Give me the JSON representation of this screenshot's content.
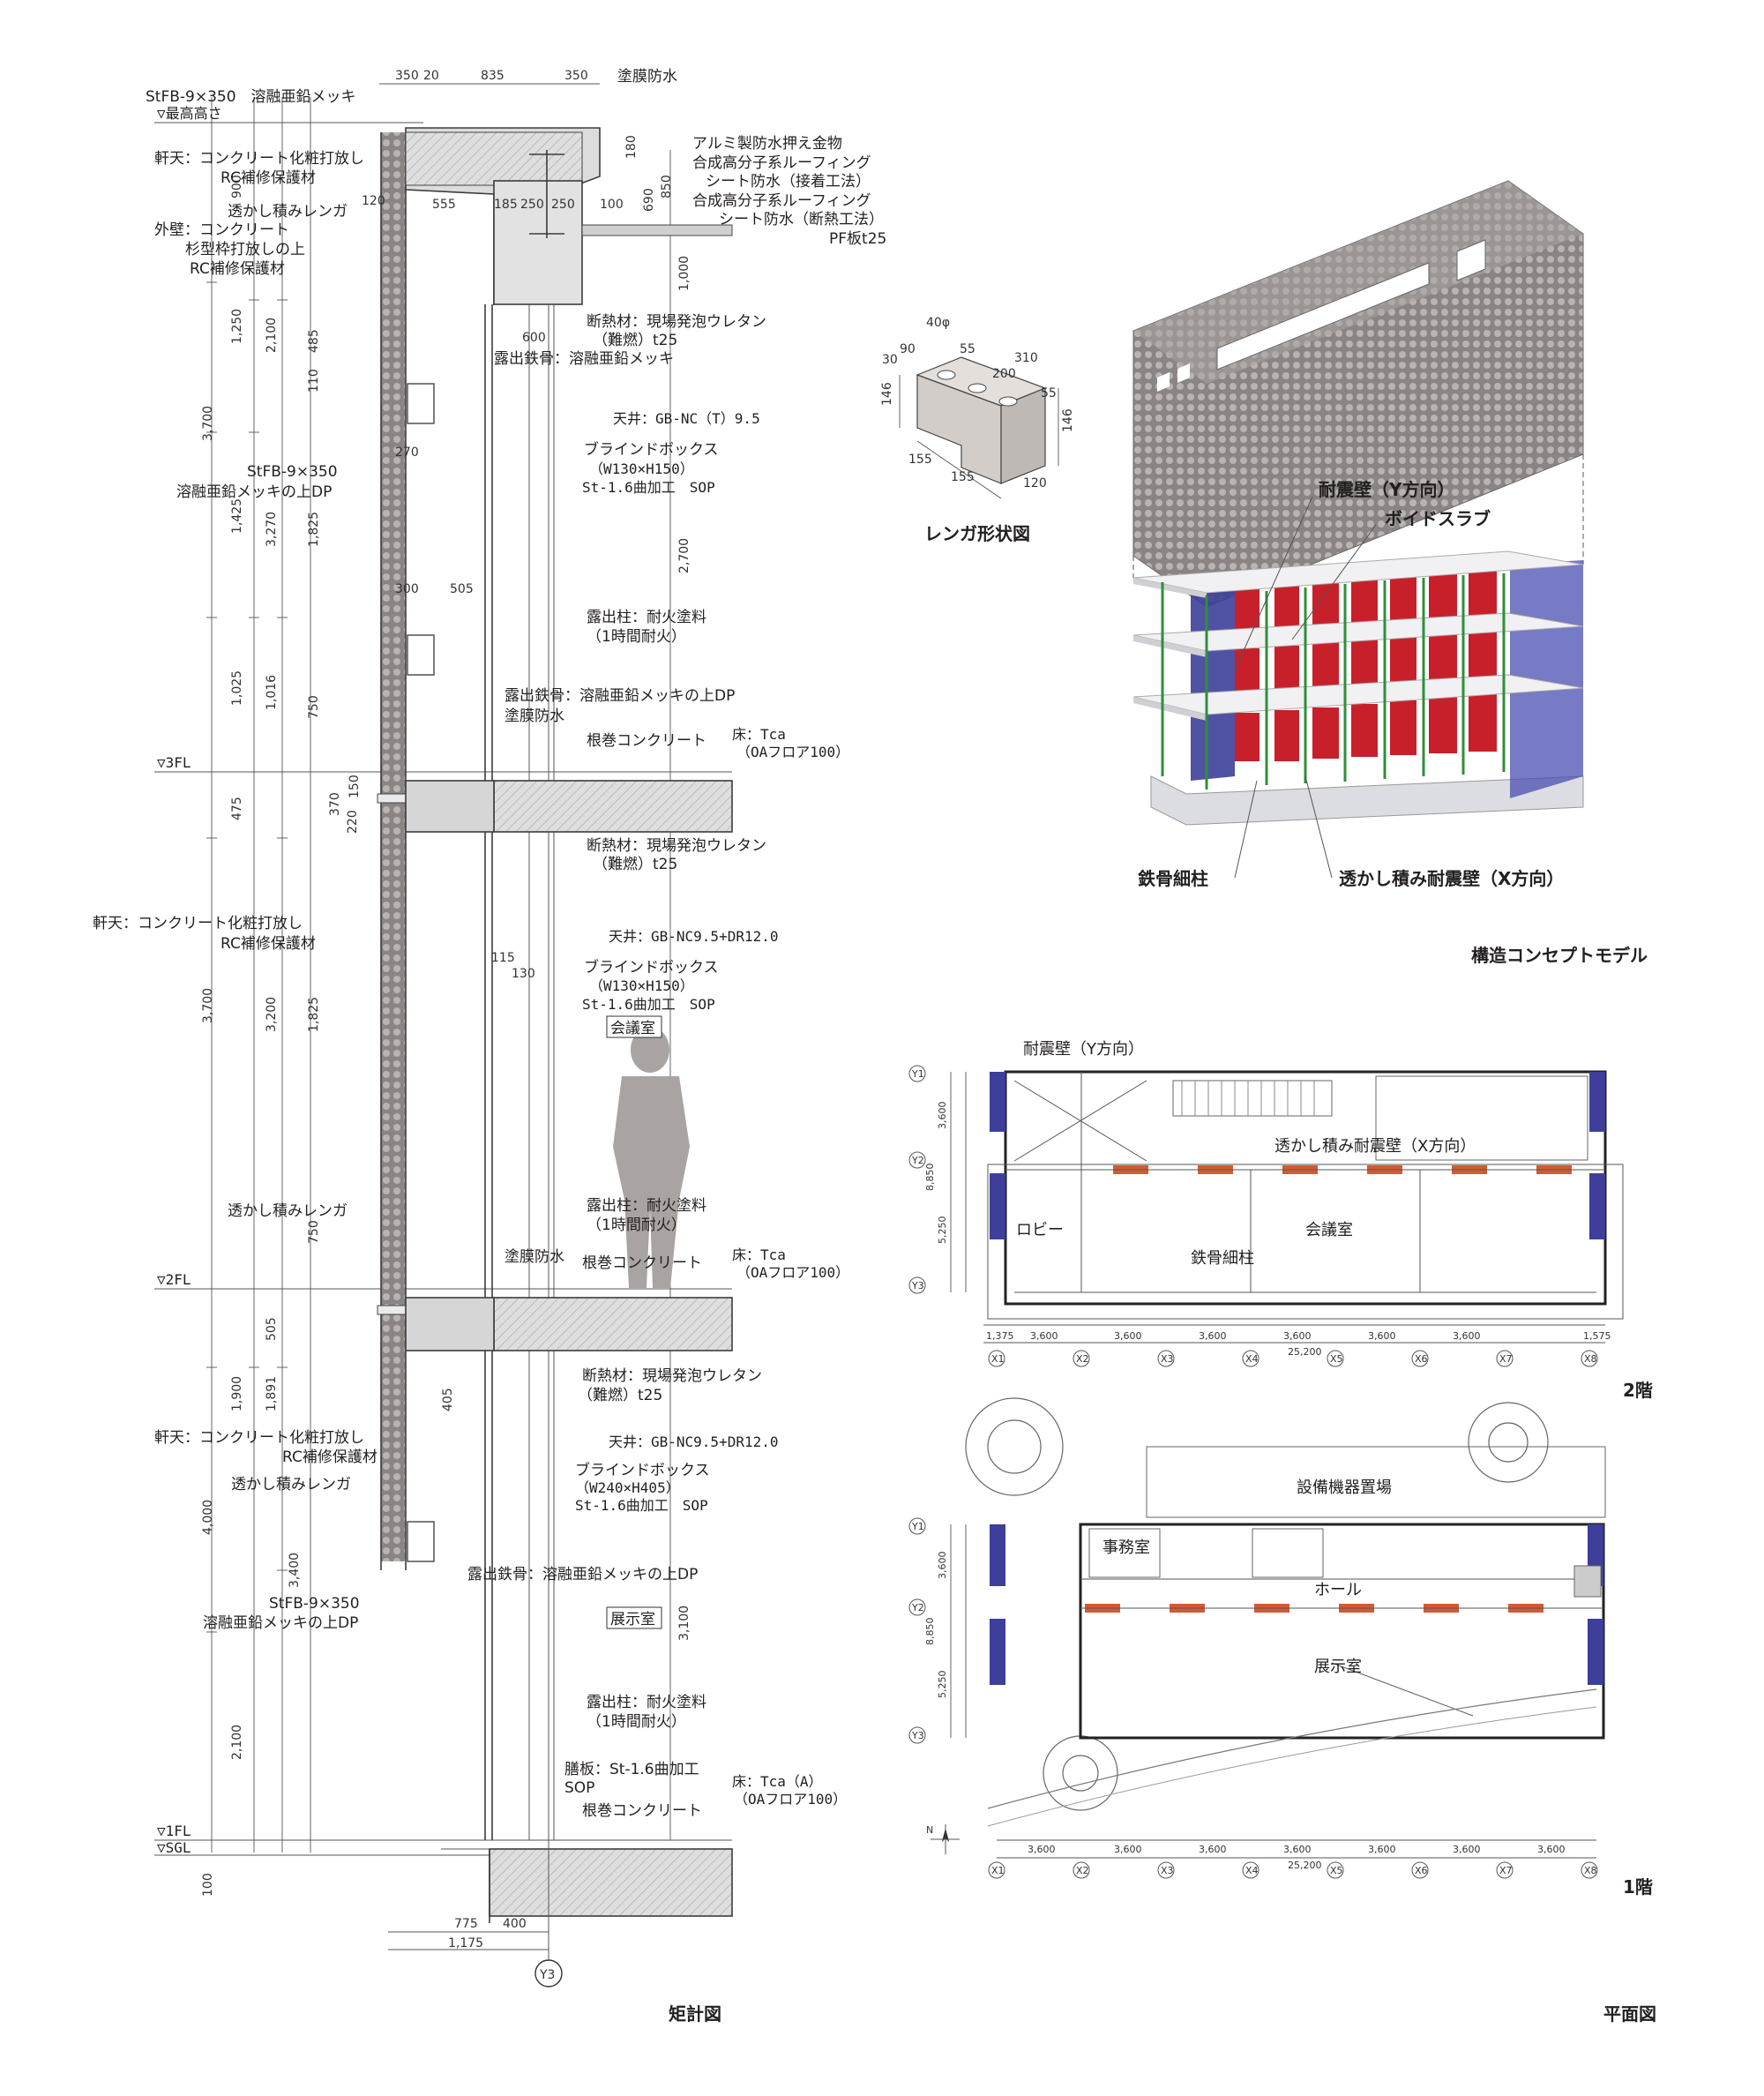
{
  "section": {
    "caption": "矩計図",
    "grid_label": "Y3",
    "levels": [
      "▽最高高さ",
      "▽3FL",
      "▽2FL",
      "▽1FL",
      "▽SGL"
    ],
    "labels_left": [
      "StFB-9×350　溶融亜鉛メッキ",
      "軒天：コンクリート化粧打放し",
      "RC補修保護材",
      "透かし積みレンガ",
      "外壁：コンクリート",
      "杉型枠打放しの上",
      "RC補修保護材",
      "StFB-9×350",
      "溶融亜鉛メッキの上DP",
      "軒天：コンクリート化粧打放し",
      "RC補修保護材",
      "透かし積みレンガ",
      "軒天：コンクリート化粧打放し",
      "RC補修保護材",
      "透かし積みレンガ",
      "StFB-9×350",
      "溶融亜鉛メッキの上DP"
    ],
    "labels_right": [
      "塗膜防水",
      "アルミ製防水押え金物",
      "合成高分子系ルーフィング",
      "シート防水（接着工法）",
      "合成高分子系ルーフィング",
      "シート防水（断熱工法）",
      "PF板t25",
      "断熱材：現場発泡ウレタン",
      "（難燃）t25",
      "露出鉄骨：溶融亜鉛メッキ",
      "天井：GB-NC（T）9.5",
      "ブラインドボックス",
      "（W130×H150）",
      "St-1.6曲加工　SOP",
      "露出柱：耐火塗料",
      "（1時間耐火）",
      "露出鉄骨：溶融亜鉛メッキの上DP",
      "塗膜防水",
      "根巻コンクリート",
      "床：Tca",
      "（OAフロア100）",
      "断熱材：現場発泡ウレタン",
      "（難燃）t25",
      "天井：GB-NC9.5+DR12.0",
      "ブラインドボックス",
      "（W130×H150）",
      "St-1.6曲加工　SOP",
      "会議室",
      "露出柱：耐火塗料",
      "（1時間耐火）",
      "塗膜防水",
      "根巻コンクリート",
      "床：Tca",
      "（OAフロア100）",
      "断熱材：現場発泡ウレタン",
      "（難燃）t25",
      "天井：GB-NC9.5+DR12.0",
      "ブラインドボックス",
      "（W240×H405）",
      "St-1.6曲加工　SOP",
      "露出鉄骨：溶融亜鉛メッキの上DP",
      "展示室",
      "露出柱：耐火塗料",
      "（1時間耐火）",
      "膳板：St-1.6曲加工",
      "SOP",
      "床：Tca（A）",
      "（OAフロア100）",
      "根巻コンクリート"
    ],
    "dims_top": [
      "350",
      "20",
      "835",
      "350"
    ],
    "dims_vertical_outer": [
      "900",
      "1,250",
      "3,700",
      "1,425",
      "1,025",
      "475",
      "3,700",
      "1,900",
      "4,000",
      "2,100",
      "100"
    ],
    "dims_vertical_inner": [
      "2,100",
      "485",
      "110",
      "3,270",
      "1,825",
      "1,016",
      "750",
      "3,200",
      "1,825",
      "750",
      "505",
      "1,891",
      "3,400"
    ],
    "dims_bottom": [
      "775",
      "400",
      "1,175"
    ],
    "dims_misc": [
      "300",
      "270",
      "505",
      "120",
      "555",
      "185",
      "250",
      "250",
      "100",
      "600",
      "690",
      "850",
      "180",
      "1,000",
      "2,700",
      "3,100",
      "370",
      "150",
      "220",
      "405",
      "115",
      "130"
    ]
  },
  "brick": {
    "caption": "レンガ形状図",
    "dims": [
      "40φ",
      "30",
      "90",
      "55",
      "310",
      "200",
      "55",
      "146",
      "146",
      "155",
      "155",
      "120"
    ]
  },
  "model": {
    "caption": "構造コンセプトモデル",
    "labels": [
      "耐震壁（Y方向）",
      "ボイドスラブ",
      "鉄骨細柱",
      "透かし積み耐震壁（X方向）"
    ]
  },
  "plan2": {
    "caption": "2階",
    "labels": [
      "耐震壁（Y方向）",
      "透かし積み耐震壁（X方向）",
      "ロビー",
      "会議室",
      "鉄骨細柱"
    ],
    "dims": [
      "1,375",
      "3,600",
      "3,600",
      "3,600",
      "3,600",
      "3,600",
      "3,600",
      "1,575",
      "25,200"
    ],
    "side_dims": [
      "3,600",
      "8,850",
      "5,250"
    ],
    "grid_x": [
      "X1",
      "X2",
      "X3",
      "X4",
      "X5",
      "X6",
      "X7",
      "X8"
    ],
    "grid_y": [
      "Y1",
      "Y2",
      "Y3"
    ]
  },
  "plan1": {
    "caption": "1階",
    "labels": [
      "設備機器置場",
      "事務室",
      "ホール",
      "展示室"
    ],
    "dims": [
      "3,600",
      "3,600",
      "3,600",
      "3,600",
      "3,600",
      "3,600",
      "3,600",
      "25,200"
    ],
    "side_dims": [
      "3,600",
      "8,850",
      "5,250"
    ],
    "grid_x": [
      "X1",
      "X2",
      "X3",
      "X4",
      "X5",
      "X6",
      "X7",
      "X8"
    ],
    "grid_y": [
      "Y1",
      "Y2",
      "Y3"
    ],
    "north": "N"
  },
  "figure_caption": "平面図",
  "colors": {
    "red_wall": "#c8202a",
    "blue_wall": "#3d3f9a",
    "green_col": "#2f8f3a",
    "slab": "#e6e6ea",
    "brick": "#cfcac6"
  }
}
